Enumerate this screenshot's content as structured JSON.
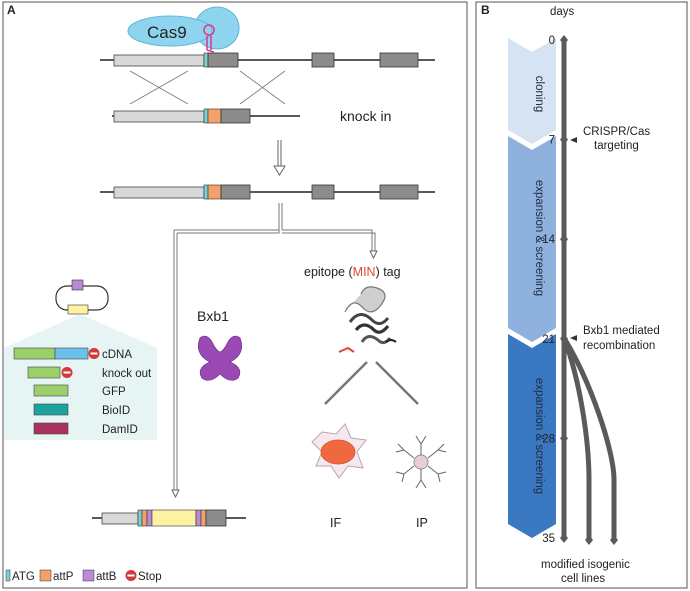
{
  "panels": {
    "a": "A",
    "b": "B"
  },
  "panel_a": {
    "cas9": "Cas9",
    "knock_in": "knock in",
    "epitope_prefix": "epitope (",
    "epitope_min": "MIN",
    "epitope_suffix": ") tag",
    "bxb1": "Bxb1",
    "cassettes": [
      "cDNA",
      "knock out",
      "GFP",
      "BioID",
      "DamID"
    ],
    "if_label": "IF",
    "ip_label": "IP",
    "legend": [
      {
        "label": "ATG",
        "color": "#7ecfd0"
      },
      {
        "label": "attP",
        "color": "#f4a06a"
      },
      {
        "label": "attB",
        "color": "#b98ad6"
      },
      {
        "label": "Stop",
        "color": "#d03a3a"
      }
    ],
    "colors": {
      "cas9_blue": "#8fd4ee",
      "guide_pink": "#e0358f",
      "exon_gray": "#8c8c8c",
      "homology_light": "#d8d8d8",
      "cdna_green": "#9bcf6a",
      "cdna_blue": "#6cc0ea",
      "bioid_teal": "#1aa39c",
      "damid_maroon": "#a8325c",
      "bxb1_purple": "#9a49b5",
      "min_red": "#e2452f",
      "yellow": "#fdf2a0"
    }
  },
  "panel_b": {
    "days_label": "days",
    "ticks": [
      "0",
      "7",
      "14",
      "21",
      "28",
      "35"
    ],
    "phases": [
      "cloning",
      "expansion & screening",
      "expansion & screening"
    ],
    "events": [
      {
        "day": 7,
        "line1": "CRISPR/Cas",
        "line2": "targeting"
      },
      {
        "day": 21,
        "line1": "Bxb1 mediated",
        "line2": "recombination"
      }
    ],
    "footer_line1": "modified isogenic",
    "footer_line2": "cell lines",
    "colors": {
      "phase1": "#d6e3f3",
      "phase2": "#8fb1de",
      "phase3": "#3a78c2",
      "timeline": "#5a5a5a"
    }
  }
}
